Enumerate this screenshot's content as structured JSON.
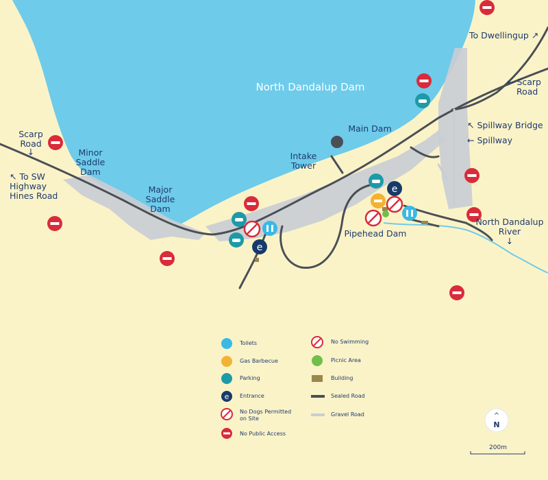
{
  "colors": {
    "background": "#fbf3c8",
    "water": "#6ecbea",
    "river": "#6ecbea",
    "dam_grey": "#c9cdd4",
    "sealed_road": "#4a4f55",
    "gravel_road": "#c9cdd4",
    "label_text": "#1d3a6e",
    "no_access": "#d92b3a",
    "toilets": "#3ab9e4",
    "barbecue": "#f2b233",
    "parking": "#1d9aa8",
    "entrance": "#163a6a",
    "picnic": "#6fc04b",
    "building": "#9a874a"
  },
  "labels": {
    "dam_title": "North Dandalup Dam",
    "main_dam": "Main Dam",
    "intake_tower_1": "Intake",
    "intake_tower_2": "Tower",
    "minor_saddle_1": "Minor",
    "minor_saddle_2": "Saddle",
    "minor_saddle_3": "Dam",
    "major_saddle_1": "Major",
    "major_saddle_2": "Saddle",
    "major_saddle_3": "Dam",
    "scarp_left_1": "Scarp",
    "scarp_left_2": "Road",
    "scarp_left_arrow": "↓",
    "to_sw_1": "↖ To SW",
    "to_sw_2": "Highway",
    "to_sw_3": "Hines Road",
    "to_dwellingup": "To Dwellingup ↗",
    "scarp_right_1": "← Scarp",
    "scarp_right_2": "Road",
    "spillway_bridge": "↖ Spillway Bridge",
    "spillway": "← Spillway",
    "pipehead_dam": "Pipehead Dam",
    "north_dandalup_river_1": "North Dandalup",
    "north_dandalup_river_2": "River",
    "river_arrow": "↓"
  },
  "legend": {
    "items": [
      {
        "label": "Toilets",
        "icon": "toilets-icon"
      },
      {
        "label": "Gas Barbecue",
        "icon": "barbecue-icon"
      },
      {
        "label": "Parking",
        "icon": "parking-icon"
      },
      {
        "label": "Entrance",
        "icon": "entrance-icon"
      },
      {
        "label_line1": "No Dogs Permitted",
        "label_line2": "on Site",
        "icon": "no-dogs-icon"
      },
      {
        "label": "No Public Access",
        "icon": "no-access-icon"
      },
      {
        "label": "No Swimming",
        "icon": "no-swimming-icon"
      },
      {
        "label": "Picnic Area",
        "icon": "picnic-icon"
      },
      {
        "label": "Building",
        "icon": "building-icon"
      },
      {
        "label": "Sealed Road",
        "icon": "sealed-road-swatch"
      },
      {
        "label": "Gravel Road",
        "icon": "gravel-road-swatch"
      }
    ]
  },
  "compass": {
    "letter": "N",
    "arrow": "^"
  },
  "scale": {
    "label": "200m"
  }
}
